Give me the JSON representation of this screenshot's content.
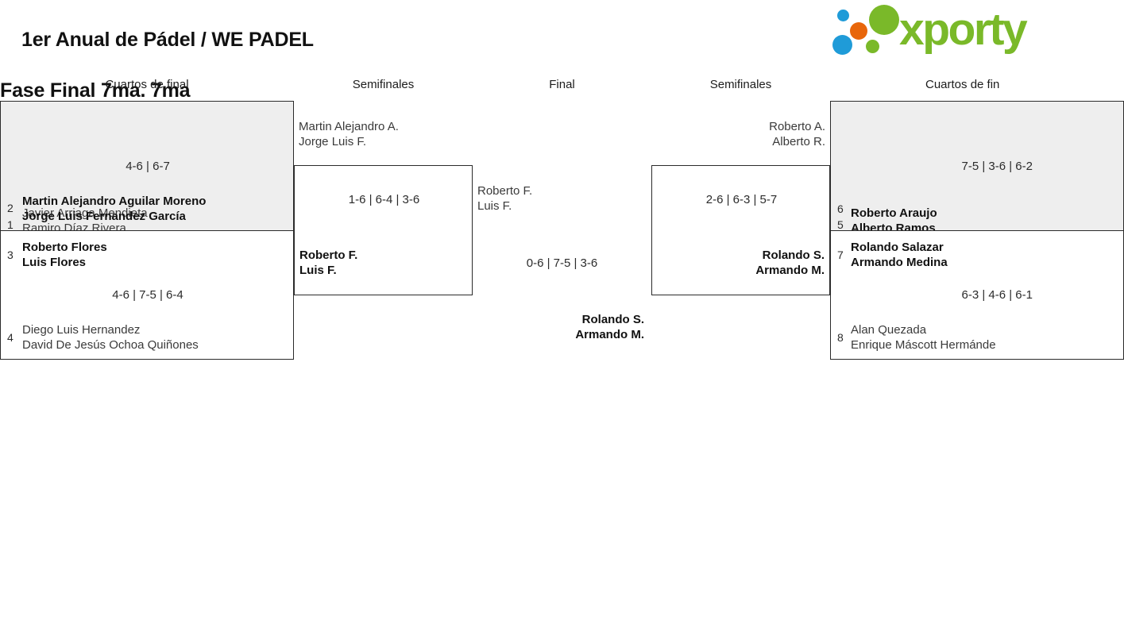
{
  "header": {
    "title_line1": "1er Anual de Pádel / WE PADEL",
    "title_line2": "Fase Final 7ma. 7ma",
    "logo_text": "xporty",
    "logo_colors": {
      "blue": "#1f9bd8",
      "orange": "#e8660a",
      "green": "#7ab929"
    }
  },
  "rounds": [
    {
      "label": "Cuartos de final"
    },
    {
      "label": "Semifinales"
    },
    {
      "label": "Final"
    },
    {
      "label": "Semifinales"
    },
    {
      "label": "Cuartos de fin"
    }
  ],
  "bracket": {
    "qf_left": [
      {
        "shaded": true,
        "top": {
          "seed": "1",
          "p1": "Javier Arriaga Mendieta",
          "p2": "Ramiro Díaz Rivera",
          "result": "loser"
        },
        "bottom": {
          "seed": "2",
          "p1": "Martin Alejandro Aguilar Moreno",
          "p2": "Jorge Luis Fernandez García",
          "result": "winner"
        },
        "score": "4-6 | 6-7"
      },
      {
        "shaded": false,
        "top": {
          "seed": "3",
          "p1": "Roberto Flores",
          "p2": "Luis Flores",
          "result": "winner"
        },
        "bottom": {
          "seed": "4",
          "p1": "Diego Luis Hernandez",
          "p2": "David De Jesús Ochoa Quiñones",
          "result": "loser"
        },
        "score": "4-6 | 7-5 | 6-4"
      }
    ],
    "sf_left": {
      "top": {
        "p1": "Martin Alejandro A.",
        "p2": "Jorge Luis F.",
        "result": "loser"
      },
      "bottom": {
        "p1": "Roberto F.",
        "p2": "Luis F.",
        "result": "winner"
      },
      "score": "1-6 | 6-4 | 3-6"
    },
    "final": {
      "left": {
        "p1": "Roberto F.",
        "p2": "Luis F.",
        "result": "loser"
      },
      "right": {
        "p1": "Rolando S.",
        "p2": "Armando M.",
        "result": "winner"
      },
      "score": "0-6 | 7-5 | 3-6",
      "champion": {
        "p1": "Rolando S.",
        "p2": "Armando M."
      }
    },
    "sf_right": {
      "top": {
        "p1": "Roberto A.",
        "p2": "Alberto R.",
        "result": "loser"
      },
      "bottom": {
        "p1": "Rolando S.",
        "p2": "Armando M.",
        "result": "winner"
      },
      "score": "2-6 | 6-3 | 5-7"
    },
    "qf_right": [
      {
        "shaded": true,
        "top": {
          "seed": "5",
          "p1": "Roberto Araujo",
          "p2": "Alberto Ramos",
          "result": "winner"
        },
        "bottom": {
          "seed": "6",
          "p1": "",
          "p2": "",
          "result": "loser"
        },
        "score": "7-5 | 3-6 | 6-2"
      },
      {
        "shaded": false,
        "top": {
          "seed": "7",
          "p1": "Rolando Salazar",
          "p2": "Armando Medina",
          "result": "winner"
        },
        "bottom": {
          "seed": "8",
          "p1": "Alan Quezada",
          "p2": "Enrique Máscott Hermánde",
          "result": "loser"
        },
        "score": "6-3 | 4-6 | 6-1"
      }
    ]
  }
}
